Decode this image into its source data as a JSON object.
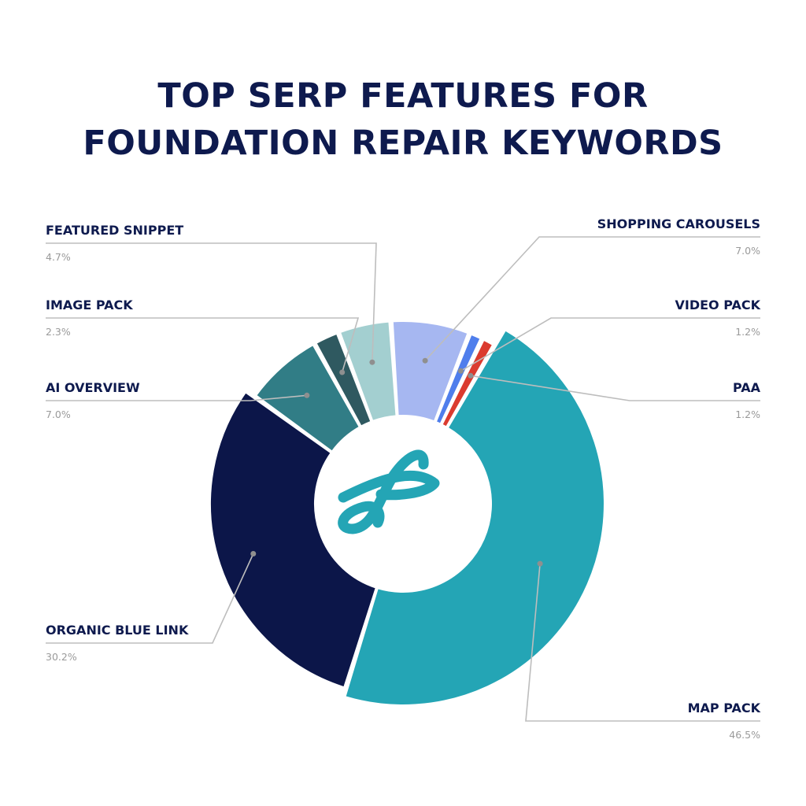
{
  "chart_data": {
    "type": "pie",
    "title_lines": [
      "TOP SERP FEATURES FOR",
      "FOUNDATION REPAIR KEYWORDS"
    ],
    "slices": [
      {
        "label": "MAP PACK",
        "value_text": "46.5%",
        "value": 46.5,
        "color": "#24a5b5"
      },
      {
        "label": "ORGANIC BLUE LINK",
        "value_text": "30.2%",
        "value": 30.2,
        "color": "#0c1649"
      },
      {
        "label": "AI OVERVIEW",
        "value_text": "7.0%",
        "value": 7.0,
        "color": "#317d86"
      },
      {
        "label": "IMAGE PACK",
        "value_text": "2.3%",
        "value": 2.3,
        "color": "#2f5960"
      },
      {
        "label": "FEATURED SNIPPET",
        "value_text": "4.7%",
        "value": 4.7,
        "color": "#a3cfd0"
      },
      {
        "label": "SHOPPING CAROUSELS",
        "value_text": "7.0%",
        "value": 7.0,
        "color": "#a6b7f1"
      },
      {
        "label": "VIDEO PACK",
        "value_text": "1.2%",
        "value": 1.2,
        "color": "#4f7eec"
      },
      {
        "label": "PAA",
        "value_text": "1.2%",
        "value": 1.2,
        "color": "#db3b2f"
      }
    ],
    "legend": "callouts"
  },
  "logo": {
    "name": "brand-logo",
    "color": "#24a5b5"
  }
}
